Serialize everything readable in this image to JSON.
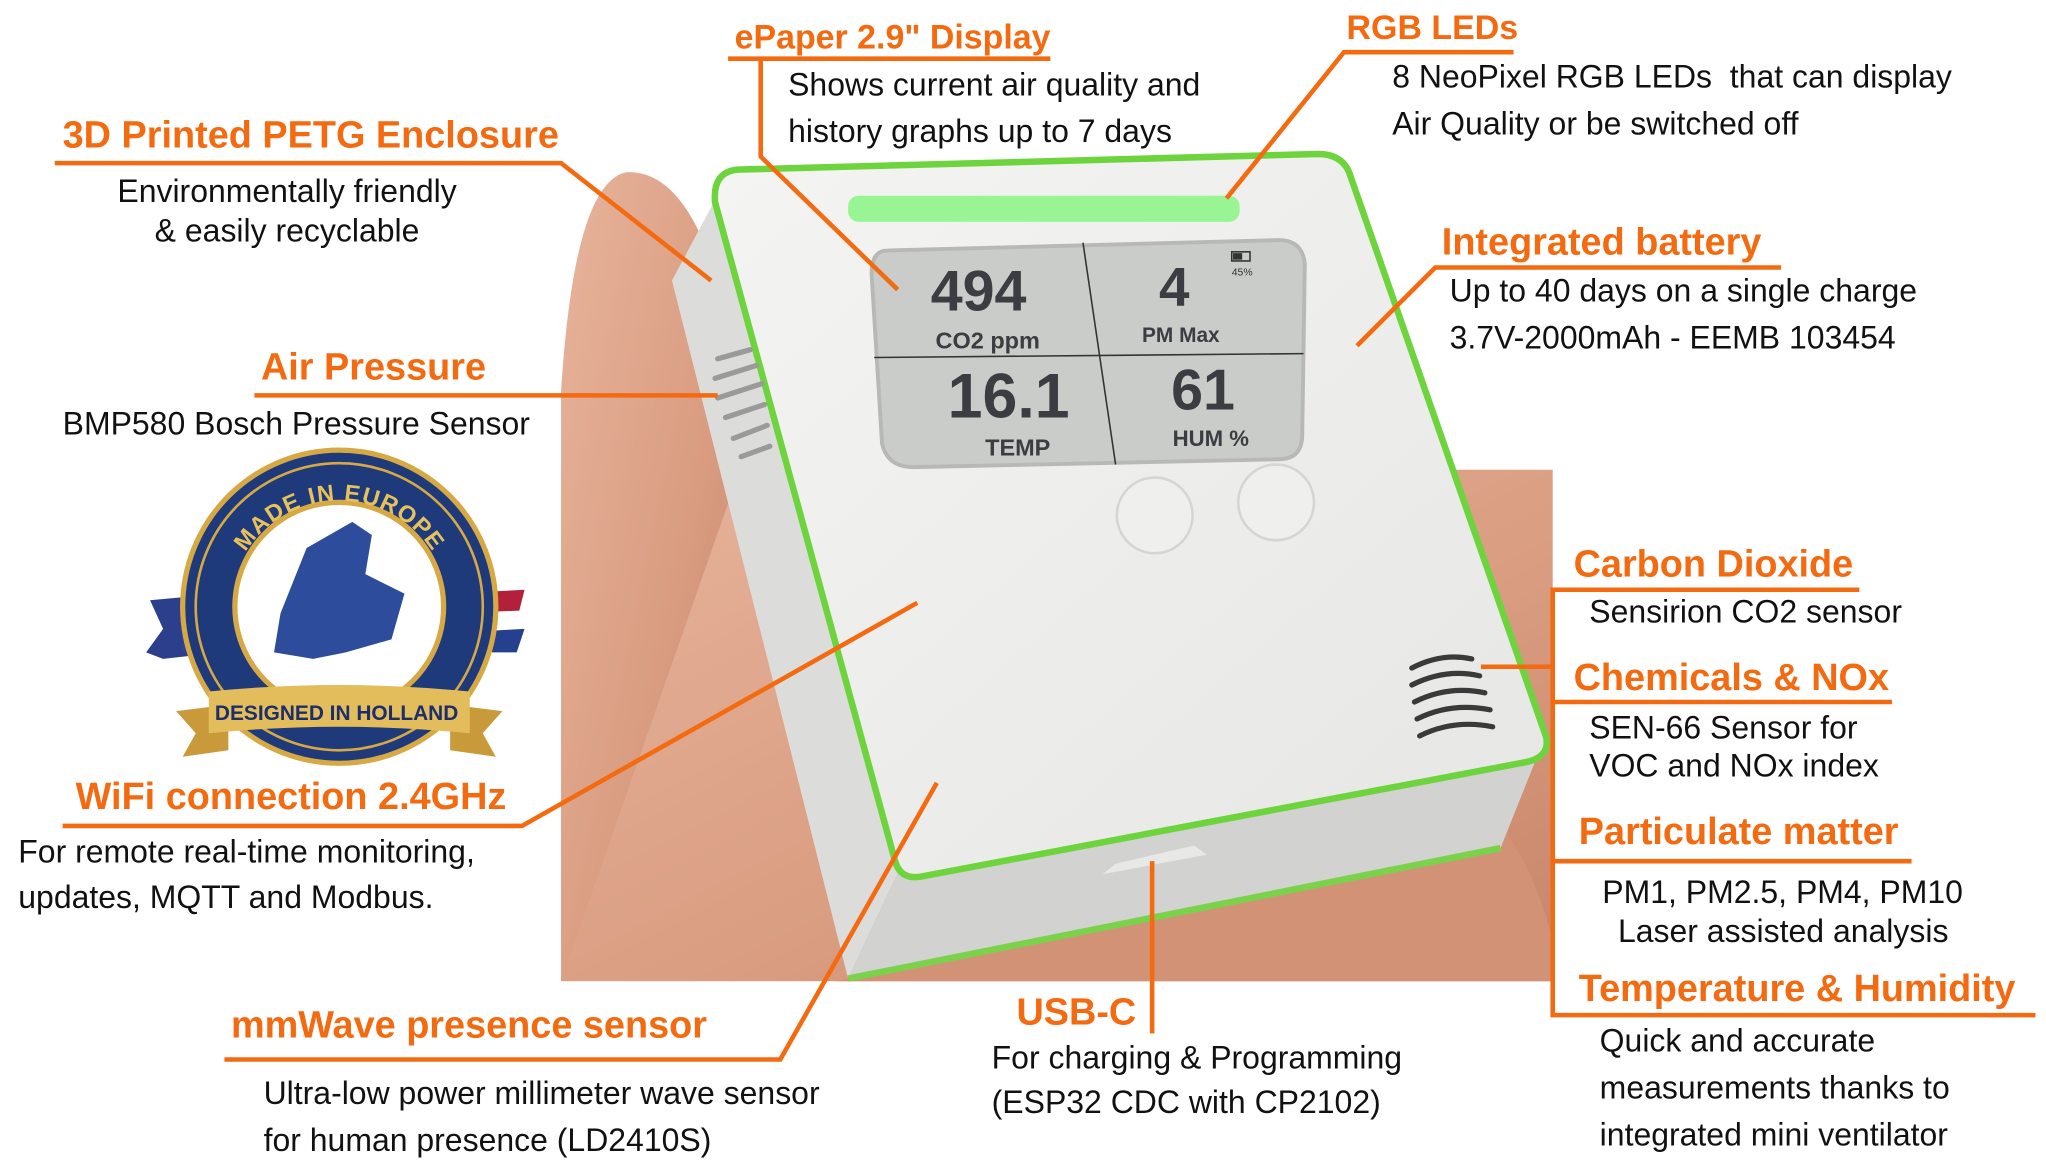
{
  "colors": {
    "accent": "#f36a10",
    "led": "#7cf27a",
    "device_edge": "#66d23b",
    "epaper": "#c9ccc8"
  },
  "display": {
    "co2_value": "494",
    "co2_label": "CO2 ppm",
    "pm_value": "4",
    "pm_label": "PM Max",
    "temp_value": "16.1",
    "temp_label": "TEMP",
    "hum_value": "61",
    "hum_label": "HUM %",
    "battery": "45%"
  },
  "badge": {
    "top_text": "MADE IN EUROPE",
    "ribbon_text": "DESIGNED IN HOLLAND"
  },
  "features": {
    "enclosure": {
      "title": "3D Printed PETG Enclosure",
      "lines": [
        "Environmentally friendly",
        "& easily recyclable"
      ]
    },
    "epaper": {
      "title": "ePaper 2.9\" Display",
      "lines": [
        "Shows current air quality and",
        "history graphs up to 7 days"
      ]
    },
    "leds": {
      "title": "RGB LEDs",
      "lines": [
        "8 NeoPixel RGB LEDs  that can display",
        "Air Quality or be switched off"
      ]
    },
    "battery": {
      "title": "Integrated battery",
      "lines": [
        "Up to 40 days on a single charge",
        "3.7V-2000mAh - EEMB 103454"
      ]
    },
    "pressure": {
      "title": "Air Pressure",
      "lines": [
        "BMP580 Bosch Pressure Sensor"
      ]
    },
    "wifi": {
      "title": "WiFi connection 2.4GHz",
      "lines": [
        "For remote real-time monitoring,",
        "updates, MQTT and Modbus."
      ]
    },
    "mmwave": {
      "title": "mmWave presence sensor",
      "lines": [
        "Ultra-low power millimeter wave sensor",
        "for human presence (LD2410S)"
      ]
    },
    "usbc": {
      "title": "USB-C",
      "lines": [
        "For charging & Programming",
        "(ESP32 CDC with CP2102)"
      ]
    },
    "co2": {
      "title": "Carbon Dioxide",
      "lines": [
        "Sensirion CO2 sensor"
      ]
    },
    "nox": {
      "title": "Chemicals & NOx",
      "lines": [
        "SEN-66 Sensor for",
        "VOC and NOx index"
      ]
    },
    "pm": {
      "title": "Particulate matter",
      "lines": [
        "PM1, PM2.5, PM4, PM10",
        "Laser assisted analysis"
      ]
    },
    "temphum": {
      "title": "Temperature & Humidity",
      "lines": [
        "Quick and accurate",
        "measurements thanks to",
        "integrated mini ventilator"
      ]
    }
  }
}
